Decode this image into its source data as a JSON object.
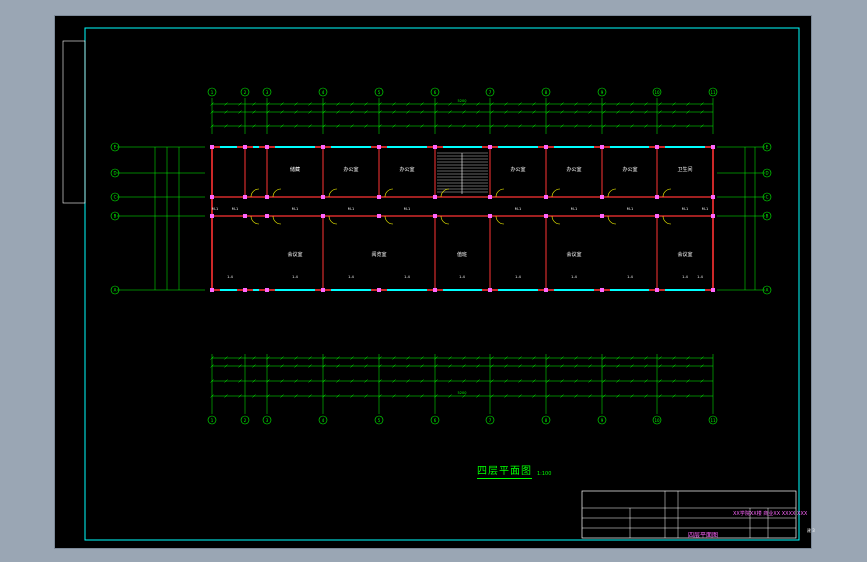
{
  "drawing": {
    "title": "四层平面图",
    "scale": "1:100",
    "title_block": {
      "project": "XX学院XX楼 商业XX XXXX XXX",
      "drawing_name": "四层平面图",
      "sheet_no": "建 3"
    }
  },
  "plan": {
    "column_axes": [
      "1",
      "2",
      "3",
      "4",
      "5",
      "6",
      "7",
      "8",
      "9",
      "10",
      "11"
    ],
    "row_axes": [
      "A",
      "B",
      "C",
      "D",
      "E"
    ],
    "total_length": "5200",
    "rooms_north": [
      "储藏",
      "办公室",
      "办公室",
      "办公室",
      "办公室",
      "办公室",
      "卫生间"
    ],
    "rooms_south": [
      "会议室",
      "阅览室",
      "值班",
      "会议室",
      "会议室"
    ],
    "room_areas": [
      "1-4",
      "1-4",
      "1-4",
      "1-4",
      "1-4",
      "1-4",
      "1-4",
      "1-4",
      "1-4",
      "1-4"
    ],
    "door_labels": [
      "M-1",
      "M-1",
      "M-1",
      "M-1",
      "M-1",
      "M-1",
      "M-1",
      "M-1",
      "M-1",
      "M-1"
    ]
  },
  "colors": {
    "axis": "#00ff00",
    "dimension": "#00ff00",
    "wall": "#ff3333",
    "window": "#00ffff",
    "frame": "#00ffff",
    "door": "#ffff00",
    "text": "#ffffff"
  }
}
